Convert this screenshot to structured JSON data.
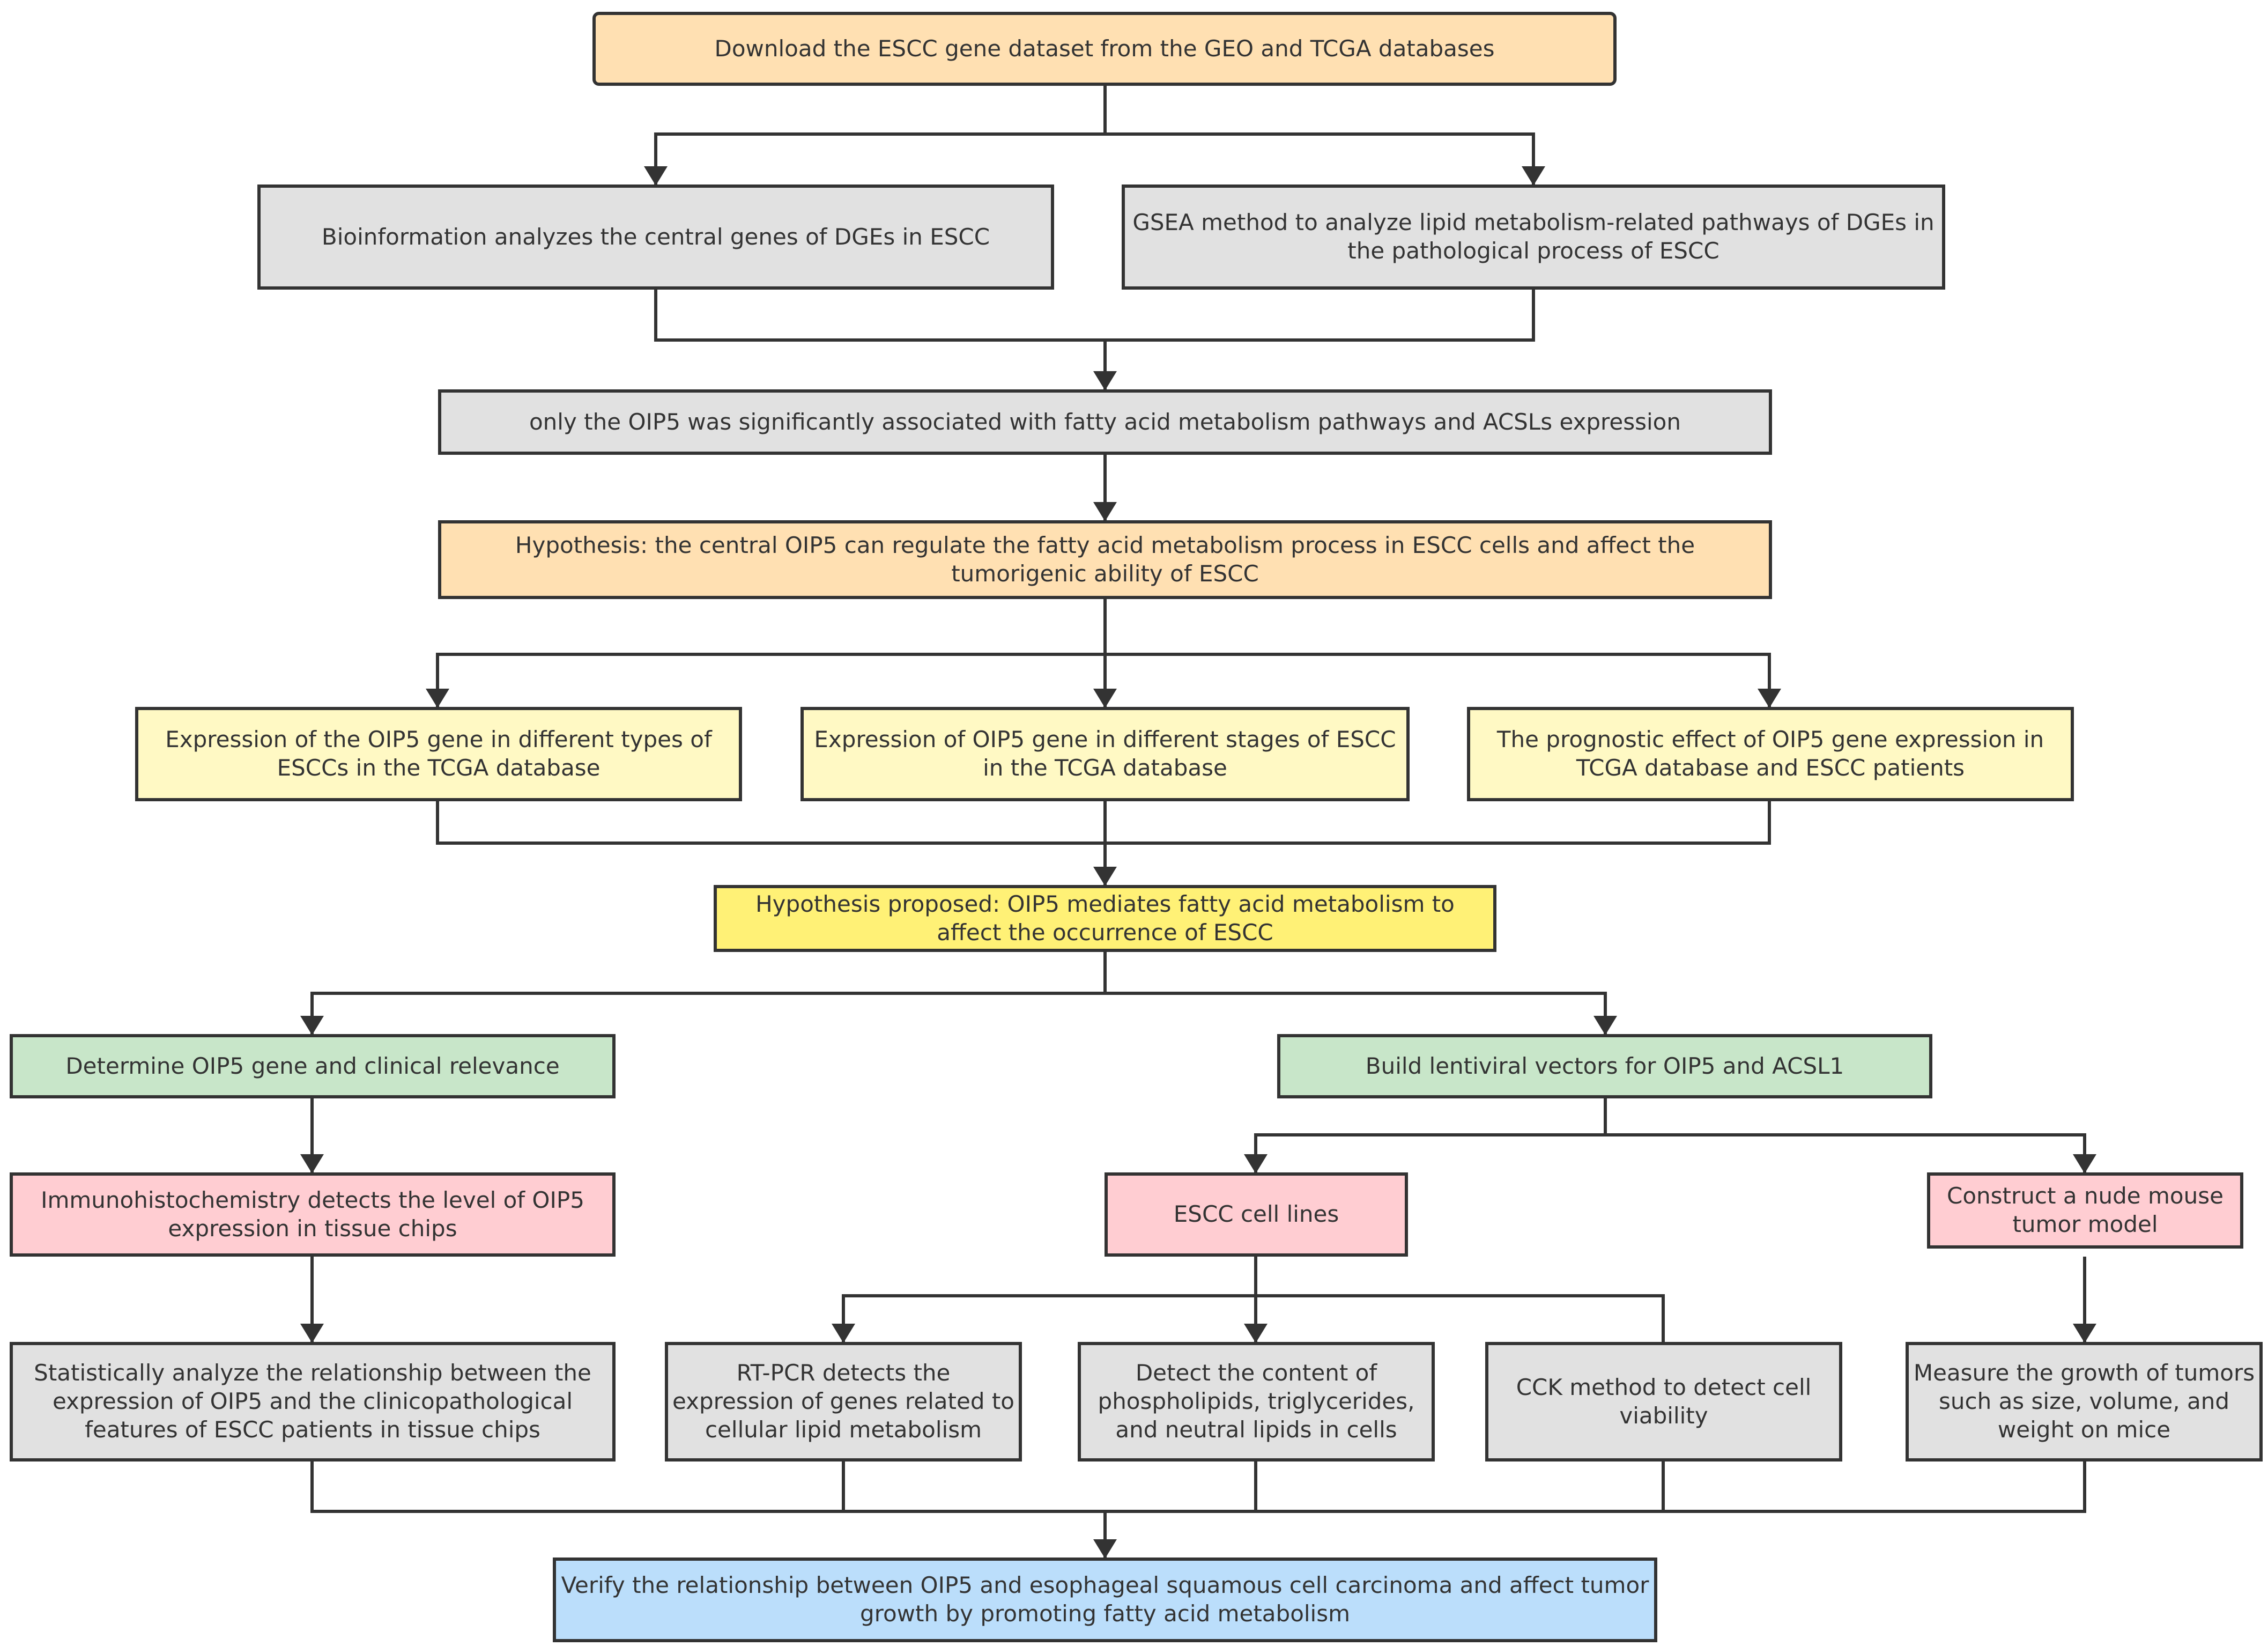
{
  "nodes": {
    "download": "Download the ESCC gene dataset from the GEO and TCGA databases",
    "bioinfo": "Bioinformation analyzes the central genes of DGEs in ESCC",
    "gsea": "GSEA method to analyze lipid metabolism-related pathways of DGEs in the pathological process of ESCC",
    "oip5_assoc": "only the OIP5 was significantly associated with fatty acid metabolism pathways and ACSLs expression",
    "hypothesis1": "Hypothesis: the central OIP5 can regulate the fatty acid metabolism process in ESCC cells and affect the tumorigenic ability of ESCC",
    "expr_types": "Expression of the OIP5 gene in different types of ESCCs in the TCGA database",
    "expr_stages": "Expression of OIP5 gene in different stages of ESCC in the TCGA database",
    "prognostic": "The prognostic effect of OIP5 gene expression in TCGA database and ESCC patients",
    "hypothesis2": "Hypothesis proposed: OIP5 mediates fatty acid metabolism to affect the occurrence of ESCC",
    "clinical": "Determine OIP5 gene and clinical relevance",
    "lentiviral": "Build lentiviral vectors for OIP5 and ACSL1",
    "ihc": "Immunohistochemistry detects the level of OIP5 expression in tissue chips",
    "cell_lines": "ESCC cell lines",
    "mouse_model": "Construct a nude mouse tumor model",
    "stats": "Statistically analyze the relationship between the expression of OIP5 and the clinicopathological features of ESCC patients in tissue chips",
    "rtpcr": "RT-PCR detects the expression of genes related to cellular lipid metabolism",
    "lipids": "Detect the content of phospholipids, triglycerides, and neutral lipids in cells",
    "cck": "CCK method to detect cell viability",
    "tumor_growth": "Measure the growth of tumors such as size, volume, and weight on mice",
    "verify": "Verify the relationship between OIP5 and esophageal squamous cell carcinoma and affect tumor growth by promoting fatty acid metabolism"
  },
  "colors": {
    "orange": "#ffe0b2",
    "gray": "#e1e1e1",
    "light_yellow": "#fff9c4",
    "yellow": "#fff176",
    "green": "#c8e6c9",
    "pink": "#ffcdd2",
    "blue": "#bbdefb",
    "line": "#333333"
  }
}
